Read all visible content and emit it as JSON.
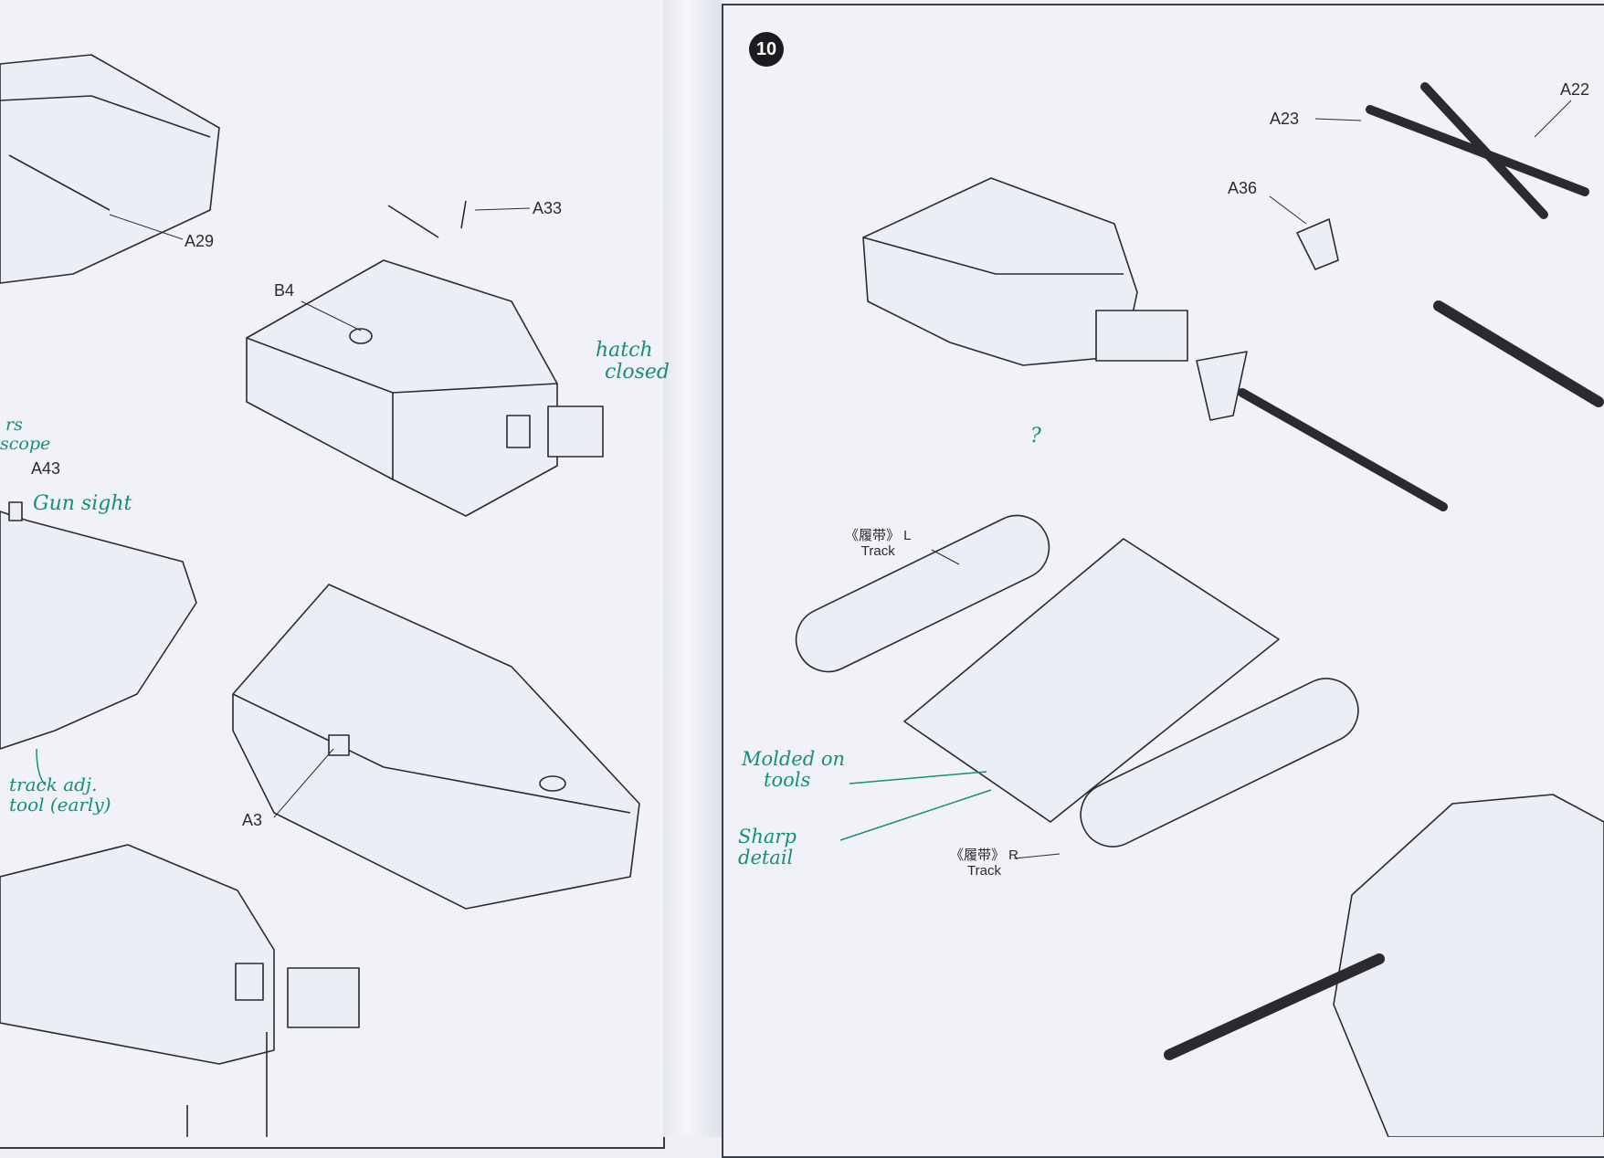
{
  "step": {
    "number": "10"
  },
  "left_page": {
    "part_labels": {
      "a29": "A29",
      "a33": "A33",
      "b4": "B4",
      "a43": "A43",
      "a3": "A3"
    },
    "handwritten": {
      "hatch_closed": [
        "hatch",
        "closed"
      ],
      "periscope": [
        "rs",
        "scope"
      ],
      "gun_sight": "Gun sight",
      "track_tool": [
        "track adj.",
        "tool (early)"
      ]
    }
  },
  "right_page": {
    "part_labels": {
      "a22": "A22",
      "a23": "A23",
      "a36": "A36"
    },
    "track_left": {
      "cn": "《履带》 L",
      "en": "Track"
    },
    "track_right": {
      "cn": "《履带》 R",
      "en": "Track"
    },
    "handwritten": {
      "question": "?",
      "molded_tools": [
        "Molded on",
        "tools"
      ],
      "sharp_detail": [
        "Sharp",
        "detail"
      ]
    }
  },
  "colors": {
    "ink": "#2a2a30",
    "annotation": "#14907a",
    "paper": "#f1f2f8"
  }
}
